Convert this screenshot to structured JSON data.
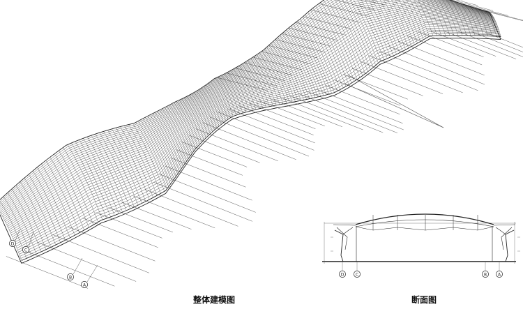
{
  "captions": {
    "model": "整体建模图",
    "section": "断面图"
  },
  "grid_axes": {
    "model": [
      "D",
      "C",
      "B",
      "A"
    ],
    "section": [
      "D",
      "C",
      "B",
      "A"
    ]
  },
  "colors": {
    "line": "#222222",
    "light_line": "#555555",
    "background": "#ffffff"
  }
}
